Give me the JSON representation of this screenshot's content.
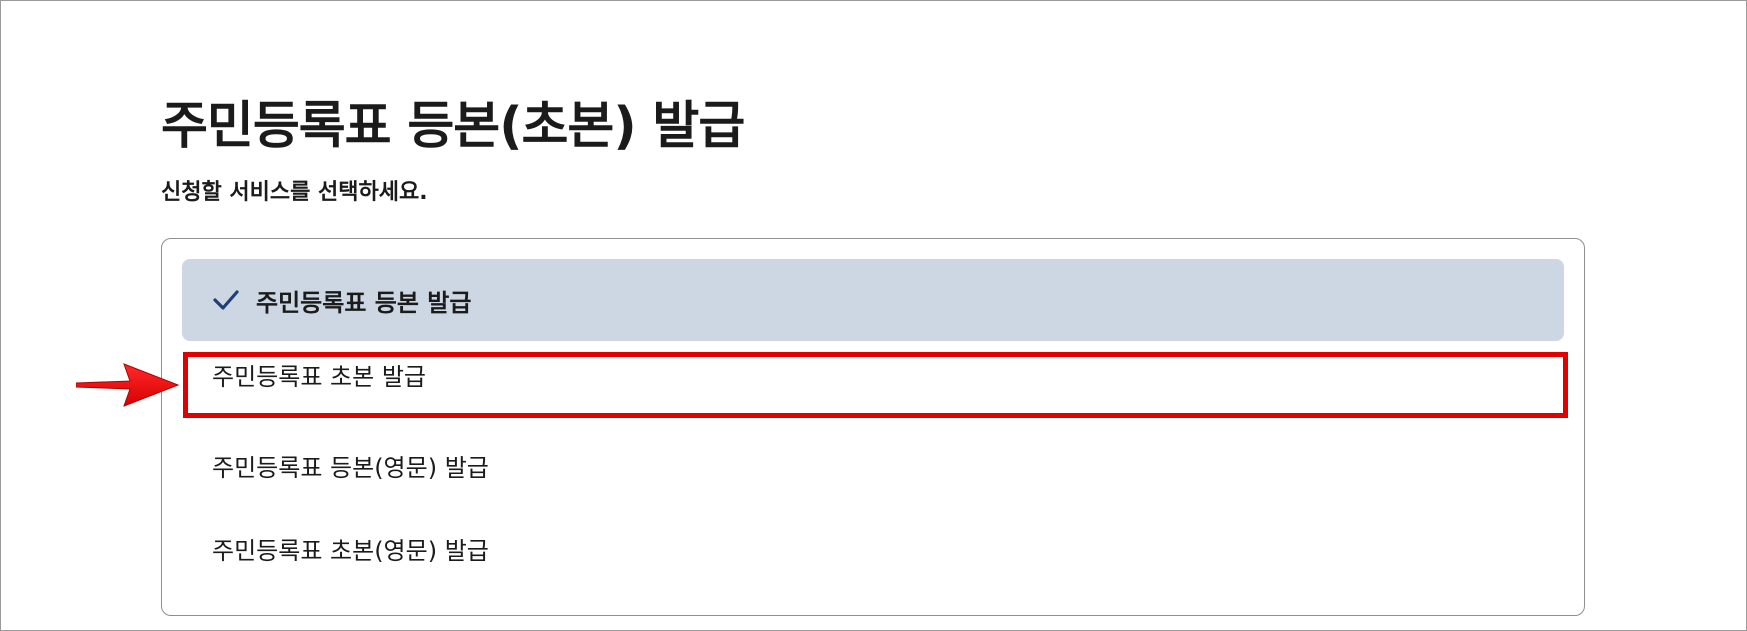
{
  "page": {
    "title": "주민등록표 등본(초본) 발급",
    "instruction": "신청할 서비스를 선택하세요."
  },
  "options": [
    {
      "label": "주민등록표 등본 발급",
      "selected": true
    },
    {
      "label": "주민등록표 초본 발급",
      "selected": false,
      "highlighted": true
    },
    {
      "label": "주민등록표 등본(영문) 발급",
      "selected": false
    },
    {
      "label": "주민등록표 초본(영문) 발급",
      "selected": false
    }
  ],
  "icons": {
    "check": "check-icon",
    "arrow": "arrow-pointer"
  },
  "colors": {
    "selected_bg": "#cdd7e3",
    "check": "#1f3f77",
    "highlight": "#e10000",
    "text": "#1b1b1b"
  }
}
